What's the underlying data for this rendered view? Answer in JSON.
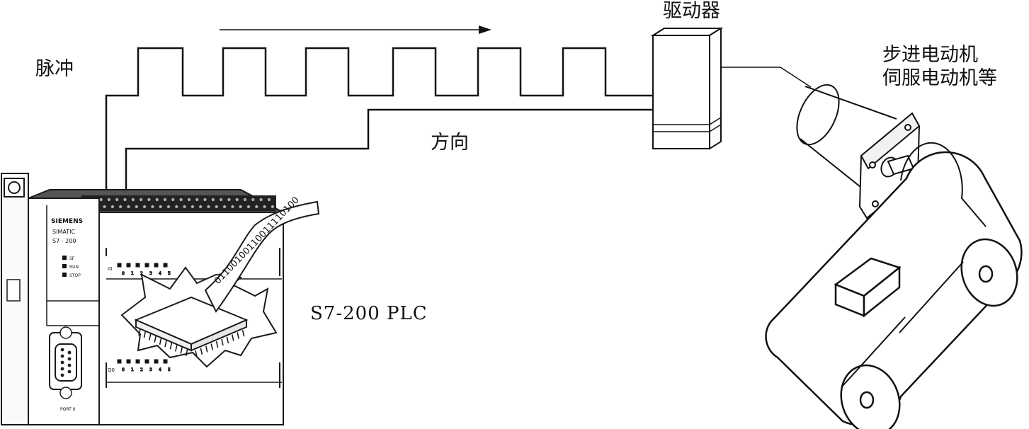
{
  "labels": {
    "pulse": "脉冲",
    "direction": "方向",
    "driver": "驱动器",
    "motor_line1": "步进电动机",
    "motor_line2": "伺服电动机等",
    "plc": "S7-200  PLC"
  },
  "plc_panel": {
    "brand": "SIEMENS",
    "model_line1": "SIMATIC",
    "model_line2": "S7 - 200",
    "leds": [
      "SF",
      "RUN",
      "STOP"
    ],
    "port_label": "PORT 0",
    "io_label_top": "I0",
    "io_label_bottom": "Q0",
    "io_digits": [
      "0",
      "1",
      "2",
      "3",
      "4",
      "5"
    ]
  },
  "tape_bits": "01100100110011110100",
  "colors": {
    "line": "#111111",
    "stroke": "#1a1a1a",
    "fill": "#ffffff"
  }
}
